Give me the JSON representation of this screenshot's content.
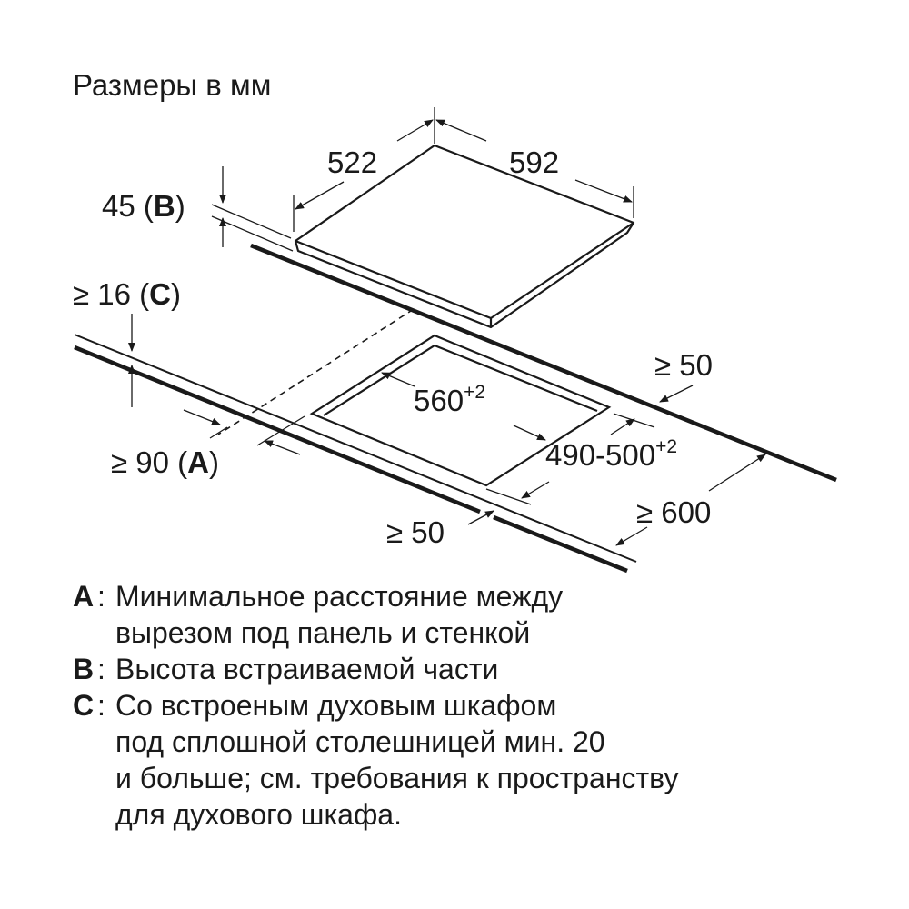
{
  "title": "Размеры в мм",
  "dimensions": {
    "hob_depth": "522",
    "hob_width": "592",
    "height_value": "45",
    "height_key": "B",
    "min_clear_value": "≥ 16",
    "min_clear_key": "C",
    "rear_gap": "≥ 50",
    "cutout_width": "560",
    "cutout_width_tol": "+2",
    "cutout_depth": "490-500",
    "cutout_depth_tol": "+2",
    "wall_gap_value": "≥ 90",
    "wall_gap_key": "A",
    "front_gap": "≥ 50",
    "worktop_depth": "≥ 600"
  },
  "legend": [
    {
      "key": "A",
      "lines": [
        "Минимальное расстояние между",
        "вырезом под панель и стенкой"
      ]
    },
    {
      "key": "B",
      "lines": [
        "Высота встраиваемой части"
      ]
    },
    {
      "key": "C",
      "lines": [
        "Со встроеным духовым шкафом",
        "под сплошной столешницей мин. 20",
        "и больше; см. требования к пространству",
        "для духового шкафа."
      ]
    }
  ]
}
